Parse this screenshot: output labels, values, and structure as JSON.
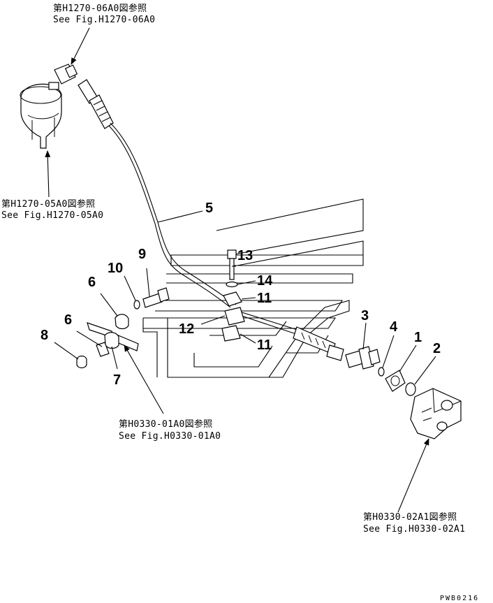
{
  "references": {
    "top": {
      "jp": "第H1270-06A0図参照",
      "en": "See Fig.H1270-06A0"
    },
    "left": {
      "jp": "第H1270-05A0図参照",
      "en": "See Fig.H1270-05A0"
    },
    "middle": {
      "jp": "第H0330-01A0図参照",
      "en": "See Fig.H0330-01A0"
    },
    "bottom_right": {
      "jp": "第H0330-02A1図参照",
      "en": "See Fig.H0330-02A1"
    }
  },
  "part_numbers": {
    "p1": "1",
    "p2": "2",
    "p3": "3",
    "p4": "4",
    "p5": "5",
    "p6a": "6",
    "p6b": "6",
    "p7": "7",
    "p8": "8",
    "p9": "9",
    "p10": "10",
    "p11a": "11",
    "p11b": "11",
    "p12": "12",
    "p13": "13",
    "p14": "14"
  },
  "drawing_code": "PWB0216"
}
